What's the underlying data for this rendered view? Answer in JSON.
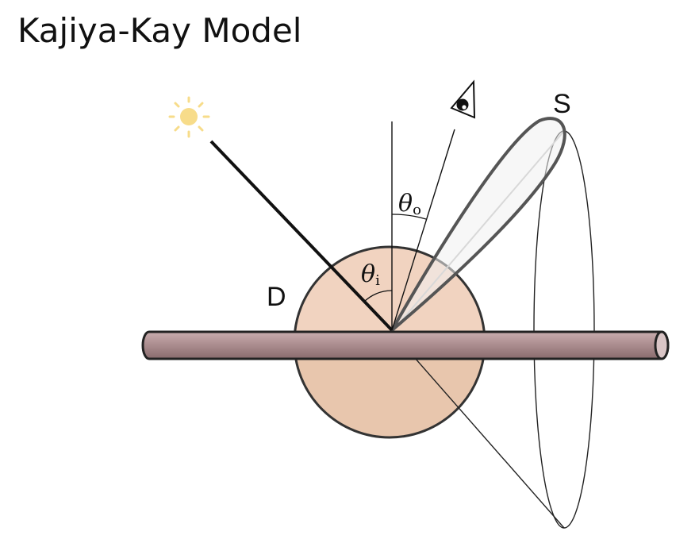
{
  "title": "Kajiya-Kay Model",
  "labels": {
    "diffuse": "D",
    "specular": "S",
    "theta_symbol": "θ",
    "theta_i_sub": "i",
    "theta_o_sub": "o"
  },
  "colors": {
    "diffuse_fill_upper": "#f1d3c0",
    "diffuse_fill_lower": "#e8c6ad",
    "hair_strand_fill": "#a8898b",
    "light_source": "#f7dc8a",
    "outline": "#333333",
    "specular_lobe_stroke": "#555555"
  },
  "icons": {
    "light": "sun-icon",
    "viewer": "eye-icon"
  }
}
